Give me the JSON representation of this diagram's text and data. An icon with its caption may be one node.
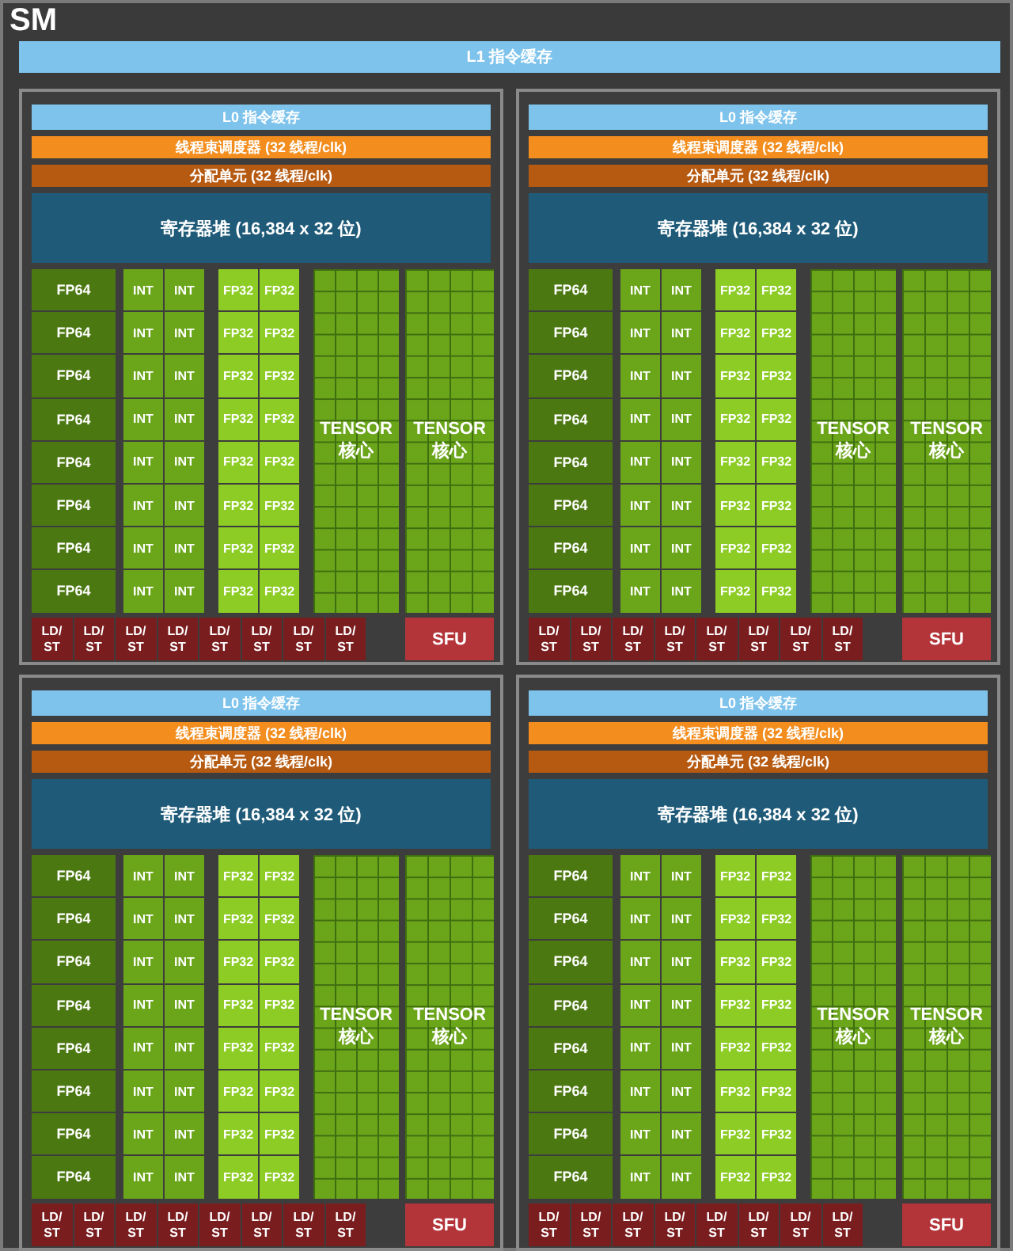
{
  "diagram": {
    "nodes": [
      {
        "text": [
          "SM"
        ]
      },
      {
        "text": [
          "L1 指令缓存"
        ],
        "in": 0
      },
      {
        "text": [],
        "shape": "box",
        "in": 0
      },
      {
        "text": [
          "L0 指令缓存"
        ],
        "in": 2
      },
      {
        "text": [
          "线程束调度器 (32 线程/clk)"
        ],
        "in": 2
      },
      {
        "text": [
          "分配单元 (32 线程/clk)"
        ],
        "in": 2
      },
      {
        "text": [
          "寄存器堆 (16,384 x 32 位)"
        ],
        "in": 2
      },
      {
        "text": [
          "FP64"
        ],
        "in": 2
      },
      {
        "text": [
          "INT"
        ],
        "in": 2
      },
      {
        "text": [
          "INT"
        ],
        "in": 2
      },
      {
        "text": [
          "FP32"
        ],
        "in": 2
      },
      {
        "text": [
          "FP32"
        ],
        "in": 2
      },
      {
        "text": [
          "TENSOR 核心"
        ],
        "in": 2
      },
      {
        "text": [
          "TENSOR 核心"
        ],
        "in": 2
      },
      {
        "text": [
          "FP64"
        ],
        "in": 2
      },
      {
        "text": [
          "INT"
        ],
        "in": 2
      },
      {
        "text": [
          "INT"
        ],
        "in": 2
      },
      {
        "text": [
          "FP32"
        ],
        "in": 2
      },
      {
        "text": [
          "FP32"
        ],
        "in": 2
      },
      {
        "text": [
          "FP64"
        ],
        "in": 2
      },
      {
        "text": [
          "INT"
        ],
        "in": 2
      },
      {
        "text": [
          "INT"
        ],
        "in": 2
      },
      {
        "text": [
          "FP32"
        ],
        "in": 2
      },
      {
        "text": [
          "FP32"
        ],
        "in": 2
      },
      {
        "text": [
          "FP64"
        ],
        "in": 2
      },
      {
        "text": [
          "INT"
        ],
        "in": 2
      },
      {
        "text": [
          "INT"
        ],
        "in": 2
      },
      {
        "text": [
          "FP32"
        ],
        "in": 2
      },
      {
        "text": [
          "FP32"
        ],
        "in": 2
      },
      {
        "text": [
          "FP64"
        ],
        "in": 2
      },
      {
        "text": [
          "INT"
        ],
        "in": 2
      },
      {
        "text": [
          "INT"
        ],
        "in": 2
      },
      {
        "text": [
          "FP32"
        ],
        "in": 2
      },
      {
        "text": [
          "FP32"
        ],
        "in": 2
      },
      {
        "text": [
          "FP64"
        ],
        "in": 2
      },
      {
        "text": [
          "INT"
        ],
        "in": 2
      },
      {
        "text": [
          "INT"
        ],
        "in": 2
      },
      {
        "text": [
          "FP32"
        ],
        "in": 2
      },
      {
        "text": [
          "FP32"
        ],
        "in": 2
      },
      {
        "text": [
          "FP64"
        ],
        "in": 2
      },
      {
        "text": [
          "INT"
        ],
        "in": 2
      },
      {
        "text": [
          "INT"
        ],
        "in": 2
      },
      {
        "text": [
          "FP32"
        ],
        "in": 2
      },
      {
        "text": [
          "FP32"
        ],
        "in": 2
      },
      {
        "text": [
          "FP64"
        ],
        "in": 2
      },
      {
        "text": [
          "INT"
        ],
        "in": 2
      },
      {
        "text": [
          "INT"
        ],
        "in": 2
      },
      {
        "text": [
          "FP32"
        ],
        "in": 2
      },
      {
        "text": [
          "FP32"
        ],
        "in": 2
      },
      {
        "text": [
          "LD/ST"
        ],
        "in": 2
      },
      {
        "text": [
          "LD/ST"
        ],
        "in": 2
      },
      {
        "text": [
          "LD/ST"
        ],
        "in": 2
      },
      {
        "text": [
          "LD/ST"
        ],
        "in": 2
      },
      {
        "text": [
          "LD/ST"
        ],
        "in": 2
      },
      {
        "text": [
          "LD/ST"
        ],
        "in": 2
      },
      {
        "text": [
          "LD/ST"
        ],
        "in": 2
      },
      {
        "text": [
          "LD/ST"
        ],
        "in": 2
      },
      {
        "text": [
          "SFU"
        ],
        "in": 2
      },
      {
        "text": [],
        "shape": "box",
        "in": 0
      },
      {
        "text": [
          "L0 指令缓存"
        ],
        "in": 58
      },
      {
        "text": [
          "线程束调度器 (32 线程/clk)"
        ],
        "in": 58
      },
      {
        "text": [
          "分配单元 (32 线程/clk)"
        ],
        "in": 58
      },
      {
        "text": [
          "寄存器堆 (16,384 x 32 位)"
        ],
        "in": 58
      },
      {
        "text": [
          "FP64"
        ],
        "in": 58
      },
      {
        "text": [
          "INT"
        ],
        "in": 58
      },
      {
        "text": [
          "INT"
        ],
        "in": 58
      },
      {
        "text": [
          "FP32"
        ],
        "in": 58
      },
      {
        "text": [
          "FP32"
        ],
        "in": 58
      },
      {
        "text": [
          "TENSOR 核心"
        ],
        "in": 58
      },
      {
        "text": [
          "TENSOR 核心"
        ],
        "in": 58
      },
      {
        "text": [
          "FP64"
        ],
        "in": 58
      },
      {
        "text": [
          "INT"
        ],
        "in": 58
      },
      {
        "text": [
          "INT"
        ],
        "in": 58
      },
      {
        "text": [
          "FP32"
        ],
        "in": 58
      },
      {
        "text": [
          "FP32"
        ],
        "in": 58
      },
      {
        "text": [
          "FP64"
        ],
        "in": 58
      },
      {
        "text": [
          "INT"
        ],
        "in": 58
      },
      {
        "text": [
          "INT"
        ],
        "in": 58
      },
      {
        "text": [
          "FP32"
        ],
        "in": 58
      },
      {
        "text": [
          "FP32"
        ],
        "in": 58
      },
      {
        "text": [
          "FP64"
        ],
        "in": 58
      },
      {
        "text": [
          "INT"
        ],
        "in": 58
      },
      {
        "text": [
          "INT"
        ],
        "in": 58
      },
      {
        "text": [
          "FP32"
        ],
        "in": 58
      },
      {
        "text": [
          "FP32"
        ],
        "in": 58
      },
      {
        "text": [
          "FP64"
        ],
        "in": 58
      },
      {
        "text": [
          "INT"
        ],
        "in": 58
      },
      {
        "text": [
          "INT"
        ],
        "in": 58
      },
      {
        "text": [
          "FP32"
        ],
        "in": 58
      },
      {
        "text": [
          "FP32"
        ],
        "in": 58
      },
      {
        "text": [
          "FP64"
        ],
        "in": 58
      },
      {
        "text": [
          "INT"
        ],
        "in": 58
      },
      {
        "text": [
          "INT"
        ],
        "in": 58
      },
      {
        "text": [
          "FP32"
        ],
        "in": 58
      },
      {
        "text": [
          "FP32"
        ],
        "in": 58
      },
      {
        "text": [
          "FP64"
        ],
        "in": 58
      },
      {
        "text": [
          "INT"
        ],
        "in": 58
      },
      {
        "text": [
          "INT"
        ],
        "in": 58
      },
      {
        "text": [
          "FP32"
        ],
        "in": 58
      },
      {
        "text": [
          "FP32"
        ],
        "in": 58
      },
      {
        "text": [
          "FP64"
        ],
        "in": 58
      },
      {
        "text": [
          "INT"
        ],
        "in": 58
      },
      {
        "text": [
          "INT"
        ],
        "in": 58
      },
      {
        "text": [
          "FP32"
        ],
        "in": 58
      },
      {
        "text": [
          "FP32"
        ],
        "in": 58
      },
      {
        "text": [
          "LD/ST"
        ],
        "in": 58
      },
      {
        "text": [
          "LD/ST"
        ],
        "in": 58
      },
      {
        "text": [
          "LD/ST"
        ],
        "in": 58
      },
      {
        "text": [
          "LD/ST"
        ],
        "in": 58
      },
      {
        "text": [
          "LD/ST"
        ],
        "in": 58
      },
      {
        "text": [
          "LD/ST"
        ],
        "in": 58
      },
      {
        "text": [
          "LD/ST"
        ],
        "in": 58
      },
      {
        "text": [
          "LD/ST"
        ],
        "in": 58
      },
      {
        "text": [
          "SFU"
        ],
        "in": 58
      },
      {
        "text": [],
        "shape": "box",
        "in": 0
      },
      {
        "text": [
          "L0 指令缓存"
        ],
        "in": 114
      },
      {
        "text": [
          "线程束调度器 (32 线程/clk)"
        ],
        "in": 114
      },
      {
        "text": [
          "分配单元 (32 线程/clk)"
        ],
        "in": 114
      },
      {
        "text": [
          "寄存器堆 (16,384 x 32 位)"
        ],
        "in": 114
      },
      {
        "text": [
          "FP64"
        ],
        "in": 114
      },
      {
        "text": [
          "INT"
        ],
        "in": 114
      },
      {
        "text": [
          "INT"
        ],
        "in": 114
      },
      {
        "text": [
          "FP32"
        ],
        "in": 114
      },
      {
        "text": [
          "FP32"
        ],
        "in": 114
      },
      {
        "text": [
          "TENSOR 核心"
        ],
        "in": 114
      },
      {
        "text": [
          "TENSOR 核心"
        ],
        "in": 114
      },
      {
        "text": [
          "FP64"
        ],
        "in": 114
      },
      {
        "text": [
          "INT"
        ],
        "in": 114
      },
      {
        "text": [
          "INT"
        ],
        "in": 114
      },
      {
        "text": [
          "FP32"
        ],
        "in": 114
      },
      {
        "text": [
          "FP32"
        ],
        "in": 114
      },
      {
        "text": [
          "FP64"
        ],
        "in": 114
      },
      {
        "text": [
          "INT"
        ],
        "in": 114
      },
      {
        "text": [
          "INT"
        ],
        "in": 114
      },
      {
        "text": [
          "FP32"
        ],
        "in": 114
      },
      {
        "text": [
          "FP32"
        ],
        "in": 114
      },
      {
        "text": [
          "FP64"
        ],
        "in": 114
      },
      {
        "text": [
          "INT"
        ],
        "in": 114
      },
      {
        "text": [
          "INT"
        ],
        "in": 114
      },
      {
        "text": [
          "FP32"
        ],
        "in": 114
      },
      {
        "text": [
          "FP32"
        ],
        "in": 114
      },
      {
        "text": [
          "FP64"
        ],
        "in": 114
      },
      {
        "text": [
          "INT"
        ],
        "in": 114
      },
      {
        "text": [
          "INT"
        ],
        "in": 114
      },
      {
        "text": [
          "FP32"
        ],
        "in": 114
      },
      {
        "text": [
          "FP32"
        ],
        "in": 114
      },
      {
        "text": [
          "FP64"
        ],
        "in": 114
      },
      {
        "text": [
          "INT"
        ],
        "in": 114
      },
      {
        "text": [
          "INT"
        ],
        "in": 114
      },
      {
        "text": [
          "FP32"
        ],
        "in": 114
      },
      {
        "text": [
          "FP32"
        ],
        "in": 114
      },
      {
        "text": [
          "FP64"
        ],
        "in": 114
      },
      {
        "text": [
          "INT"
        ],
        "in": 114
      },
      {
        "text": [
          "INT"
        ],
        "in": 114
      },
      {
        "text": [
          "FP32"
        ],
        "in": 114
      },
      {
        "text": [
          "FP32"
        ],
        "in": 114
      },
      {
        "text": [
          "FP64"
        ],
        "in": 114
      },
      {
        "text": [
          "INT"
        ],
        "in": 114
      },
      {
        "text": [
          "INT"
        ],
        "in": 114
      },
      {
        "text": [
          "FP32"
        ],
        "in": 114
      },
      {
        "text": [
          "FP32"
        ],
        "in": 114
      },
      {
        "text": [
          "LD/ST"
        ],
        "in": 114
      },
      {
        "text": [
          "LD/ST"
        ],
        "in": 114
      },
      {
        "text": [
          "LD/ST"
        ],
        "in": 114
      },
      {
        "text": [
          "LD/ST"
        ],
        "in": 114
      },
      {
        "text": [
          "LD/ST"
        ],
        "in": 114
      },
      {
        "text": [
          "LD/ST"
        ],
        "in": 114
      },
      {
        "text": [
          "LD/ST"
        ],
        "in": 114
      },
      {
        "text": [
          "LD/ST"
        ],
        "in": 114
      },
      {
        "text": [
          "SFU"
        ],
        "in": 114
      },
      {
        "text": [],
        "shape": "box",
        "in": 0
      },
      {
        "text": [
          "L0 指令缓存"
        ],
        "in": 170
      },
      {
        "text": [
          "线程束调度器 (32 线程/clk)"
        ],
        "in": 170
      },
      {
        "text": [
          "分配单元 (32 线程/clk)"
        ],
        "in": 170
      },
      {
        "text": [
          "寄存器堆 (16,384 x 32 位)"
        ],
        "in": 170
      },
      {
        "text": [
          "FP64"
        ],
        "in": 170
      },
      {
        "text": [
          "INT"
        ],
        "in": 170
      },
      {
        "text": [
          "INT"
        ],
        "in": 170
      },
      {
        "text": [
          "FP32"
        ],
        "in": 170
      },
      {
        "text": [
          "FP32"
        ],
        "in": 170
      },
      {
        "text": [
          "TENSOR 核心"
        ],
        "in": 170
      },
      {
        "text": [
          "TENSOR 核心"
        ],
        "in": 170
      },
      {
        "text": [
          "FP64"
        ],
        "in": 170
      },
      {
        "text": [
          "INT"
        ],
        "in": 170
      },
      {
        "text": [
          "INT"
        ],
        "in": 170
      },
      {
        "text": [
          "FP32"
        ],
        "in": 170
      },
      {
        "text": [
          "FP32"
        ],
        "in": 170
      },
      {
        "text": [
          "FP64"
        ],
        "in": 170
      },
      {
        "text": [
          "INT"
        ],
        "in": 170
      },
      {
        "text": [
          "INT"
        ],
        "in": 170
      },
      {
        "text": [
          "FP32"
        ],
        "in": 170
      },
      {
        "text": [
          "FP32"
        ],
        "in": 170
      },
      {
        "text": [
          "FP64"
        ],
        "in": 170
      },
      {
        "text": [
          "INT"
        ],
        "in": 170
      },
      {
        "text": [
          "INT"
        ],
        "in": 170
      },
      {
        "text": [
          "FP32"
        ],
        "in": 170
      },
      {
        "text": [
          "FP32"
        ],
        "in": 170
      },
      {
        "text": [
          "FP64"
        ],
        "in": 170
      },
      {
        "text": [
          "INT"
        ],
        "in": 170
      },
      {
        "text": [
          "INT"
        ],
        "in": 170
      },
      {
        "text": [
          "FP32"
        ],
        "in": 170
      },
      {
        "text": [
          "FP32"
        ],
        "in": 170
      },
      {
        "text": [
          "FP64"
        ],
        "in": 170
      },
      {
        "text": [
          "INT"
        ],
        "in": 170
      },
      {
        "text": [
          "INT"
        ],
        "in": 170
      },
      {
        "text": [
          "FP32"
        ],
        "in": 170
      },
      {
        "text": [
          "FP32"
        ],
        "in": 170
      },
      {
        "text": [
          "FP64"
        ],
        "in": 170
      },
      {
        "text": [
          "INT"
        ],
        "in": 170
      },
      {
        "text": [
          "INT"
        ],
        "in": 170
      },
      {
        "text": [
          "FP32"
        ],
        "in": 170
      },
      {
        "text": [
          "FP32"
        ],
        "in": 170
      },
      {
        "text": [
          "FP64"
        ],
        "in": 170
      },
      {
        "text": [
          "INT"
        ],
        "in": 170
      },
      {
        "text": [
          "INT"
        ],
        "in": 170
      },
      {
        "text": [
          "FP32"
        ],
        "in": 170
      },
      {
        "text": [
          "FP32"
        ],
        "in": 170
      },
      {
        "text": [
          "LD/ST"
        ],
        "in": 170
      },
      {
        "text": [
          "LD/ST"
        ],
        "in": 170
      },
      {
        "text": [
          "LD/ST"
        ],
        "in": 170
      },
      {
        "text": [
          "LD/ST"
        ],
        "in": 170
      },
      {
        "text": [
          "LD/ST"
        ],
        "in": 170
      },
      {
        "text": [
          "LD/ST"
        ],
        "in": 170
      },
      {
        "text": [
          "LD/ST"
        ],
        "in": 170
      },
      {
        "text": [
          "LD/ST"
        ],
        "in": 170
      },
      {
        "text": [
          "SFU"
        ],
        "in": 170
      }
    ]
  }
}
